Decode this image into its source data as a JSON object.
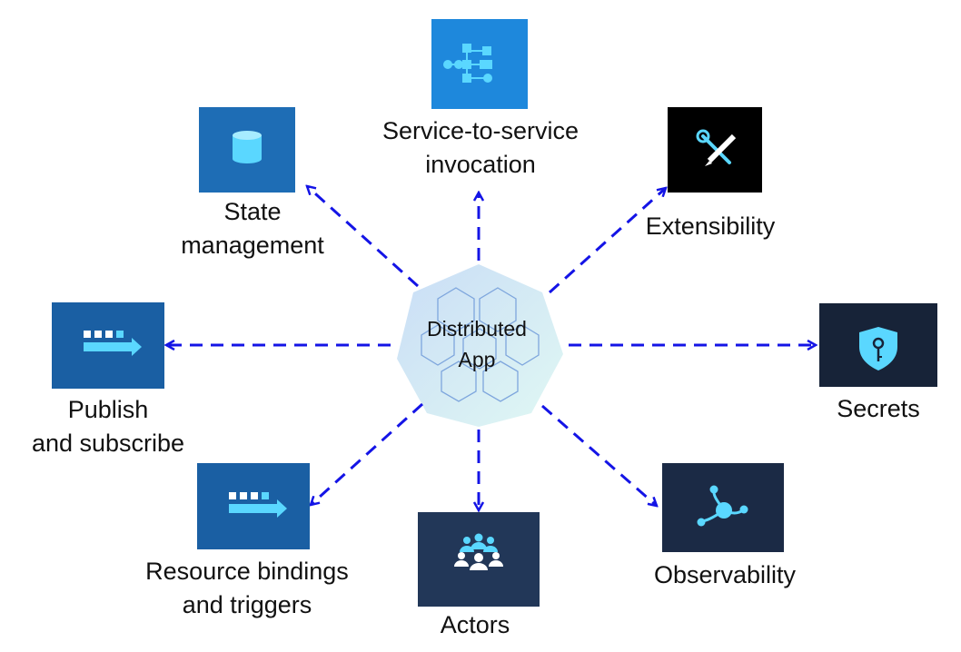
{
  "center": {
    "line1": "Distributed",
    "line2": "App"
  },
  "blocks": {
    "service_invocation": {
      "line1": "Service-to-service",
      "line2": "invocation",
      "color": "#1e88dc",
      "icon": "workflow-icon"
    },
    "state_management": {
      "line1": "State",
      "line2": "management",
      "color": "#1e6db5",
      "icon": "cylinder-storage-icon"
    },
    "extensibility": {
      "line1": "Extensibility",
      "color": "#000000",
      "icon": "wrench-pencil-icon"
    },
    "publish_subscribe": {
      "line1": "Publish",
      "line2": "and subscribe",
      "color": "#1a5fa3",
      "icon": "message-queue-icon"
    },
    "secrets": {
      "line1": "Secrets",
      "color": "#172338",
      "icon": "shield-key-icon"
    },
    "resource_bindings": {
      "line1": "Resource bindings",
      "line2": "and triggers",
      "color": "#1a5fa3",
      "icon": "message-queue-icon"
    },
    "actors": {
      "line1": "Actors",
      "color": "#223758",
      "icon": "people-group-icon"
    },
    "observability": {
      "line1": "Observability",
      "color": "#1b2a45",
      "icon": "network-nodes-icon"
    }
  },
  "colors": {
    "arrow": "#1414e6",
    "icon_accent": "#5ad7ff",
    "heptagon_start": "#c9ddf6",
    "heptagon_end": "#dff7f4"
  }
}
